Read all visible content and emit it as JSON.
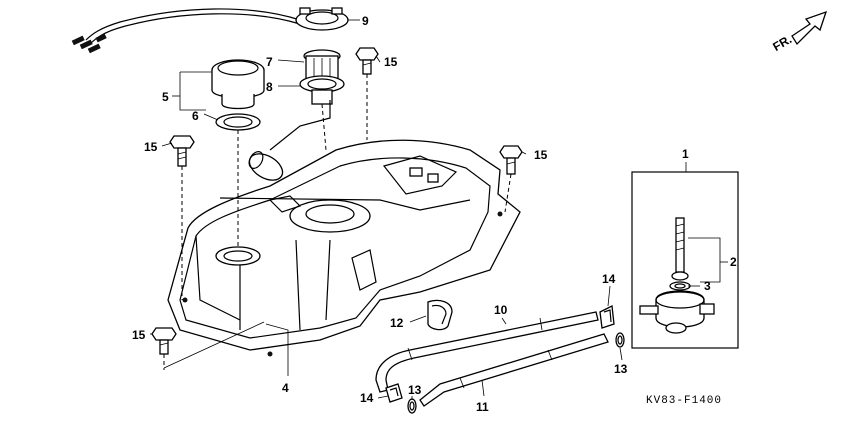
{
  "direction_label": "FR.",
  "figure_code": "KV83-F1400",
  "parts": {
    "p1": "1",
    "p2": "2",
    "p3": "3",
    "p4": "4",
    "p5": "5",
    "p6": "6",
    "p7": "7",
    "p8": "8",
    "p9": "9",
    "p10": "10",
    "p11": "11",
    "p12": "12",
    "p13a": "13",
    "p13b": "13",
    "p14a": "14",
    "p14b": "14",
    "p15a": "15",
    "p15b": "15",
    "p15c": "15",
    "p15d": "15"
  }
}
